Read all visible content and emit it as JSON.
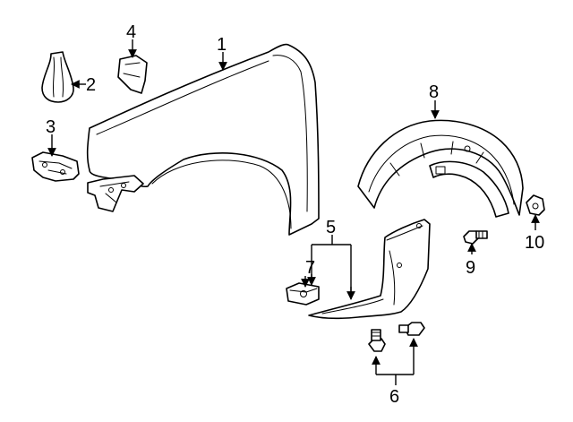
{
  "diagram": {
    "callouts": [
      {
        "id": "1",
        "label": "1"
      },
      {
        "id": "2",
        "label": "2"
      },
      {
        "id": "3",
        "label": "3"
      },
      {
        "id": "4",
        "label": "4"
      },
      {
        "id": "5",
        "label": "5"
      },
      {
        "id": "6",
        "label": "6"
      },
      {
        "id": "7",
        "label": "7"
      },
      {
        "id": "8",
        "label": "8"
      },
      {
        "id": "9",
        "label": "9"
      },
      {
        "id": "10",
        "label": "10"
      }
    ],
    "colors": {
      "line": "#000000",
      "background": "#ffffff"
    }
  }
}
